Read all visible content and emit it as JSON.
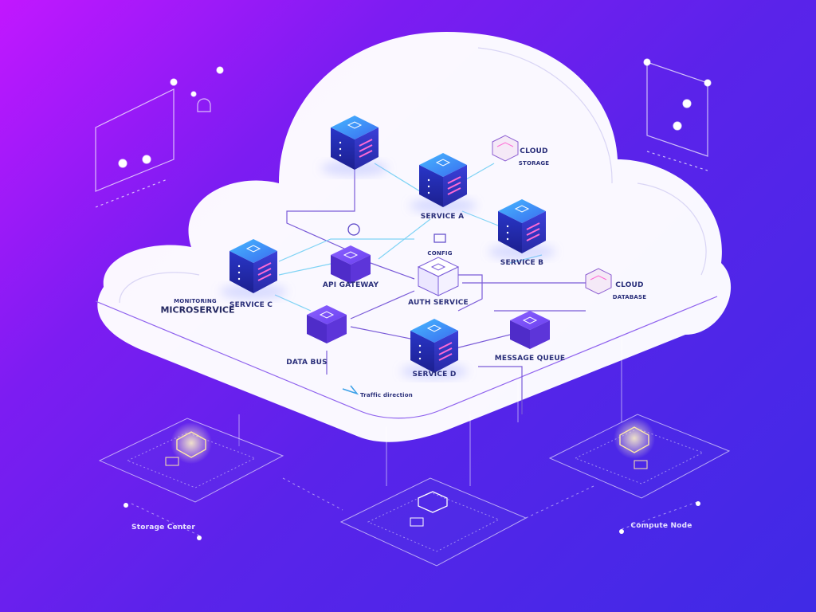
{
  "diagram": {
    "title": "MICROSERVICE",
    "labels": {
      "service_a": "SERVICE A",
      "service_b": "SERVICE B",
      "service_c": "SERVICE C",
      "service_d": "SERVICE D",
      "api_gateway": "API GATEWAY",
      "auth": "AUTH SERVICE",
      "data_bus": "DATA BUS",
      "message_queue": "MESSAGE QUEUE",
      "monitoring": "MONITORING",
      "cloud_a": "CLOUD",
      "cloud_a_sub": "STORAGE",
      "cloud_b": "CLOUD",
      "cloud_b_sub": "DATABASE",
      "config": "CONFIG",
      "bottom_left": "Storage Center",
      "bottom_right": "Compute Node",
      "flow_note": "Traffic direction"
    },
    "colors": {
      "background_start": "#c217ff",
      "background_end": "#3f2ae6",
      "cloud": "#ffffff",
      "server_top": "#3b8cff",
      "server_body": "#2b2fcf",
      "module": "#6a3ff0",
      "connector": "#7fd3f5",
      "accent": "#ff6ad5"
    }
  }
}
